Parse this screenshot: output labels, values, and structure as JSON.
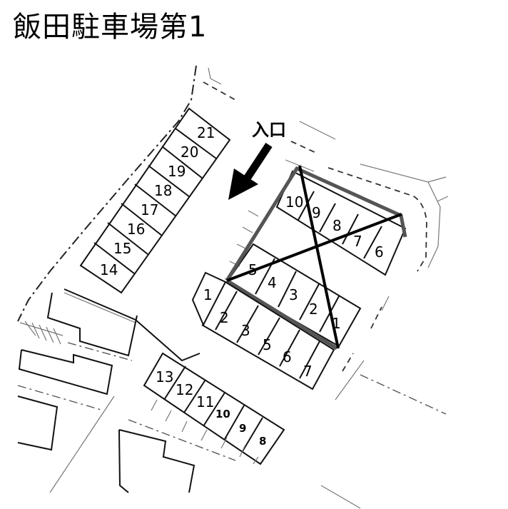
{
  "title": "飯田駐車場第1",
  "entrance_label": "入口",
  "colors": {
    "line": "#111111",
    "highlight_outline": "#555555",
    "cross": "#000000",
    "background": "#ffffff"
  },
  "lots": {
    "left_column": [
      "21",
      "20",
      "19",
      "18",
      "17",
      "16",
      "15",
      "14"
    ],
    "highlighted_upper_row": [
      "10",
      "9",
      "8",
      "7",
      "6"
    ],
    "highlighted_lower_row": [
      "5",
      "4",
      "3",
      "2",
      "1"
    ],
    "center_row": [
      "1",
      "2",
      "3",
      "5",
      "6",
      "7"
    ],
    "bottom_row": [
      "13",
      "12",
      "11",
      "10",
      "9",
      "8"
    ]
  },
  "icons": {
    "entrance_arrow": "arrow-down-left-icon",
    "cross_mark": "x-mark-icon"
  }
}
